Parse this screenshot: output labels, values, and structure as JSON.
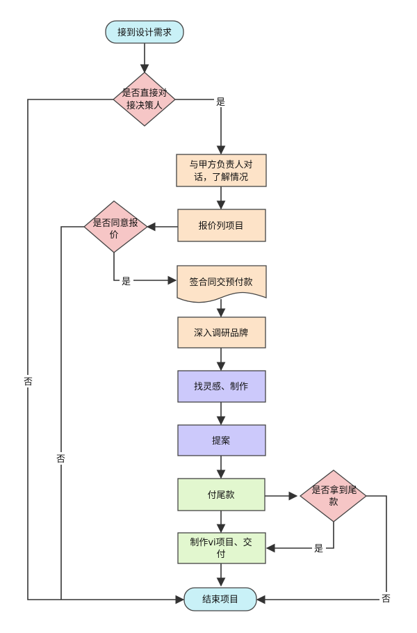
{
  "nodes": {
    "start": {
      "lines": [
        "接到设计需求"
      ],
      "color": "#c9f1f7"
    },
    "direct": {
      "lines": [
        "是否直接对",
        "接决策人"
      ],
      "color": "#f6c6c6"
    },
    "talk": {
      "lines": [
        "与甲方负责人对",
        "话，了解情况"
      ],
      "color": "#fde3c8"
    },
    "quote": {
      "lines": [
        "报价列项目"
      ],
      "color": "#fde3c8"
    },
    "agree": {
      "lines": [
        "是否同意报",
        "价"
      ],
      "color": "#f6c6c6"
    },
    "sign": {
      "lines": [
        "签合同交预付款"
      ],
      "color": "#fde3c8"
    },
    "research": {
      "lines": [
        "深入调研品牌"
      ],
      "color": "#fde3c8"
    },
    "inspire": {
      "lines": [
        "找灵感、制作"
      ],
      "color": "#ccc9fb"
    },
    "propose": {
      "lines": [
        "提案"
      ],
      "color": "#ccc9fb"
    },
    "pay": {
      "lines": [
        "付尾款"
      ],
      "color": "#e2f7cf"
    },
    "gotpay": {
      "lines": [
        "是否拿到尾",
        "款"
      ],
      "color": "#f6c6c6"
    },
    "vi": {
      "lines": [
        "制作vi项目、交",
        "付"
      ],
      "color": "#e2f7cf"
    },
    "end": {
      "lines": [
        "结束项目"
      ],
      "color": "#c9f1f7"
    }
  },
  "labels": {
    "yes_direct": "是",
    "no_direct": "否",
    "yes_agree": "是",
    "no_agree": "否",
    "yes_gotpay": "是",
    "no_gotpay": "否"
  },
  "colors": {
    "line": "#333333",
    "border": "#444444"
  }
}
